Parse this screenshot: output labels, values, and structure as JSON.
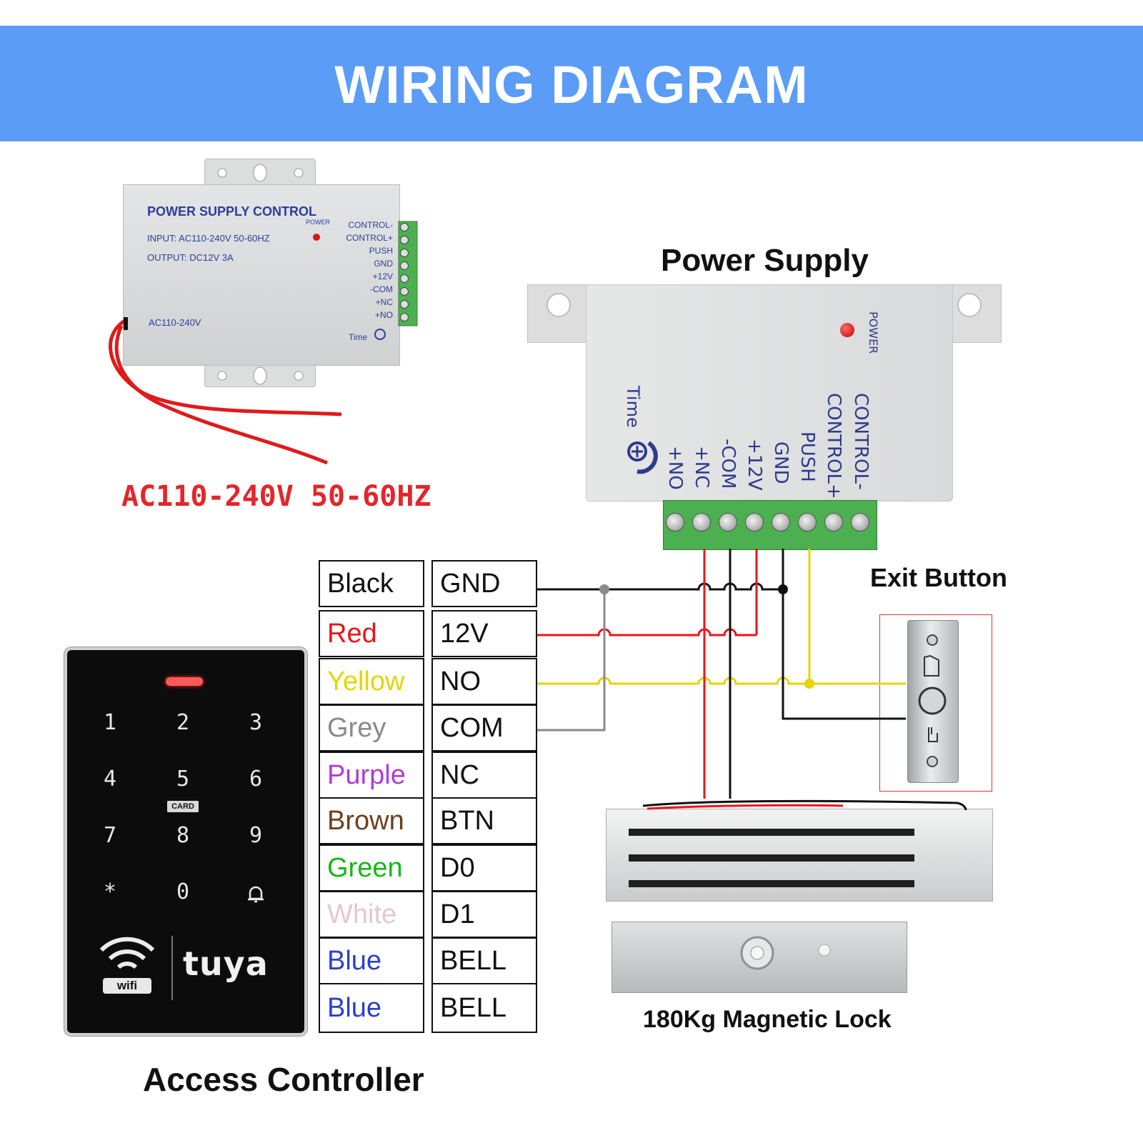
{
  "header": {
    "title": "WIRING DIAGRAM"
  },
  "ac_label": "AC110-240V  50-60HZ",
  "small_psu": {
    "brand": "POWER SUPPLY CONTROL",
    "input": "INPUT: AC110-240V 50-60HZ",
    "output": "OUTPUT: DC12V  3A",
    "ac": "AC110-240V",
    "power": "POWER",
    "time": "Time",
    "terminals": [
      "CONTROL-",
      "CONTROL+",
      "PUSH",
      "GND",
      "+12V",
      "-COM",
      "+NC",
      "+NO"
    ]
  },
  "power_supply": {
    "title": "Power Supply",
    "power_label": "POWER",
    "time_label": "Time",
    "terminals": [
      "CONTROL-",
      "CONTROL+",
      "PUSH",
      "GND",
      "+12V",
      "-COM",
      "+NC",
      "+NO"
    ]
  },
  "exit_button": {
    "title": "Exit Button"
  },
  "magnetic_lock": {
    "title": "180Kg Magnetic Lock"
  },
  "access_controller": {
    "title": "Access Controller",
    "keys": [
      "1",
      "2",
      "3",
      "4",
      "5",
      "6",
      "7",
      "8",
      "9",
      "*",
      "0"
    ],
    "card_label": "CARD",
    "wifi_label": "wifi",
    "brand": "tuya"
  },
  "wire_table": [
    {
      "color": "Black",
      "signal": "GND",
      "hex": "#111111"
    },
    {
      "color": "Red",
      "signal": "12V",
      "hex": "#e8161b"
    },
    {
      "color": "Yellow",
      "signal": "NO",
      "hex": "#e6d500"
    },
    {
      "color": "Grey",
      "signal": "COM",
      "hex": "#8a8a8a"
    },
    {
      "color": "Purple",
      "signal": "NC",
      "hex": "#b23bd6"
    },
    {
      "color": "Brown",
      "signal": "BTN",
      "hex": "#6b3f1f"
    },
    {
      "color": "Green",
      "signal": "D0",
      "hex": "#16b816"
    },
    {
      "color": "White",
      "signal": "D1",
      "hex": "#e3c9cf"
    },
    {
      "color": "Blue",
      "signal": "BELL",
      "hex": "#2b3fd0"
    },
    {
      "color": "Blue",
      "signal": "BELL",
      "hex": "#2b3fd0"
    }
  ]
}
